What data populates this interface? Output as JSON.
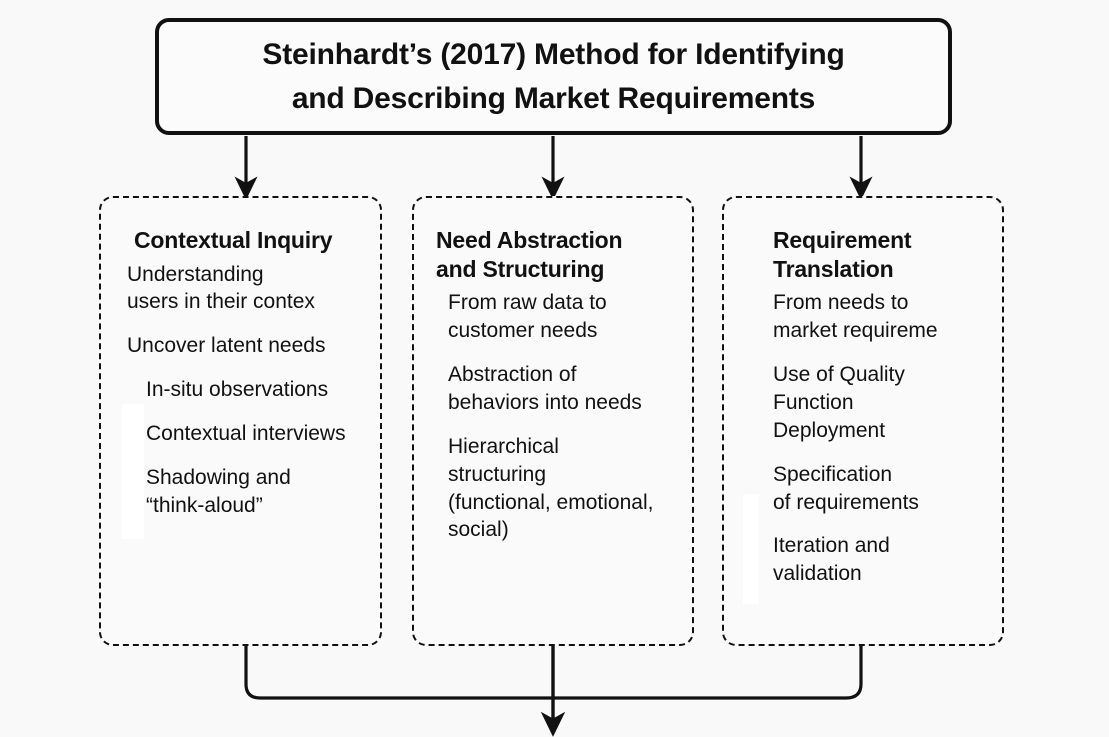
{
  "diagram": {
    "title": "Steinhardt’s (2017) Method for Identifying\nand Describing Market Requirements",
    "title_line_1": "Steinhardt’s (2017) Method for Identifying",
    "title_line_2": "and Describing Market Requirements",
    "background_color": "#f9f9f9",
    "line_color": "#111111",
    "box_fill": "#fafafa",
    "stages": [
      {
        "heading": "Contextual Inquiry",
        "items": [
          "Understanding\nusers in their contex",
          "Uncover latent needs",
          "In-situ observations",
          "Contextual interviews",
          "Shadowing and\n“think-aloud”"
        ]
      },
      {
        "heading": "Need Abstraction\nand Structuring",
        "heading_line_1": "Need Abstraction",
        "heading_line_2": "and Structuring",
        "items": [
          "From raw data to\ncustomer needs",
          "Abstraction of\nbehaviors into needs",
          "Hierarchical\nstructuring\n(functional, emotional,\nsocial)"
        ]
      },
      {
        "heading": "Requirement\nTranslation",
        "heading_line_1": "Requirement",
        "heading_line_2": "Translation",
        "items": [
          "From needs to\nmarket requireme",
          "Use of Quality\nFunction\nDeployment",
          "Specification\nof requirements",
          "Iteration and\nvalidation"
        ]
      }
    ],
    "connectors": {
      "top_arrows": 3,
      "bottom_merge_arrow": 1,
      "arrow_direction": "down"
    }
  }
}
